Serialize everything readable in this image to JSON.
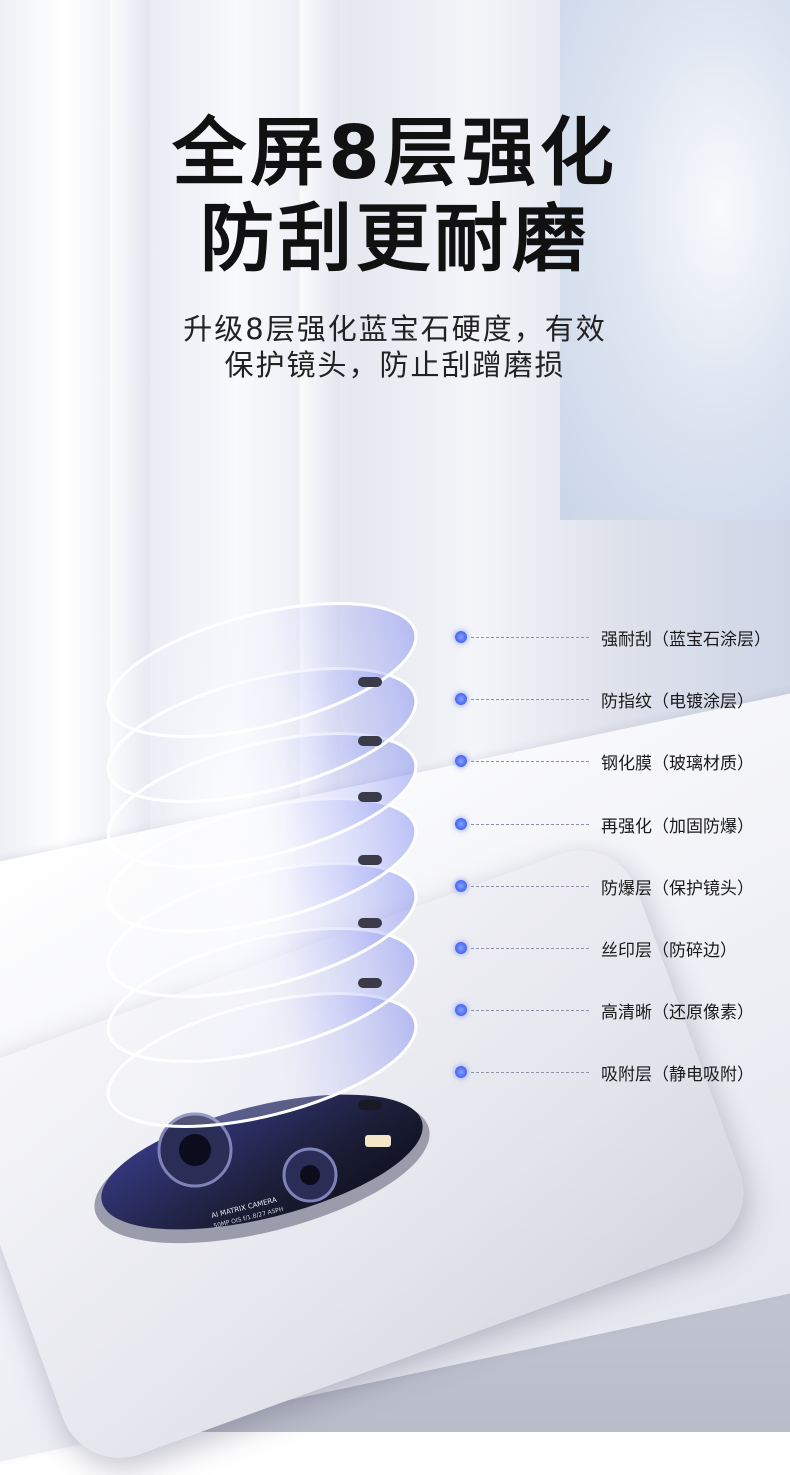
{
  "headline": {
    "line1": "全屏8层强化",
    "line2": "防刮更耐磨"
  },
  "subtitle": {
    "line1": "升级8层强化蓝宝石硬度，有效",
    "line2": "保护镜头，防止刮蹭磨损"
  },
  "layers": [
    {
      "label": "强耐刮（蓝宝石涂层）"
    },
    {
      "label": "防指纹（电镀涂层）"
    },
    {
      "label": "钢化膜（玻璃材质）"
    },
    {
      "label": "再强化（加固防爆）"
    },
    {
      "label": "防爆层（保护镜头）"
    },
    {
      "label": "丝印层（防碎边）"
    },
    {
      "label": "高清晰（还原像素）"
    },
    {
      "label": "吸附层（静电吸附）"
    }
  ],
  "camera": {
    "print_line1": "AI MATRIX CAMERA",
    "print_line2": "50MP OIS f/1.8/27 ASPH"
  },
  "colors": {
    "accent_dot": "#4e6cf2",
    "headline": "#111111",
    "glass_tint": "#6f7cf0"
  }
}
